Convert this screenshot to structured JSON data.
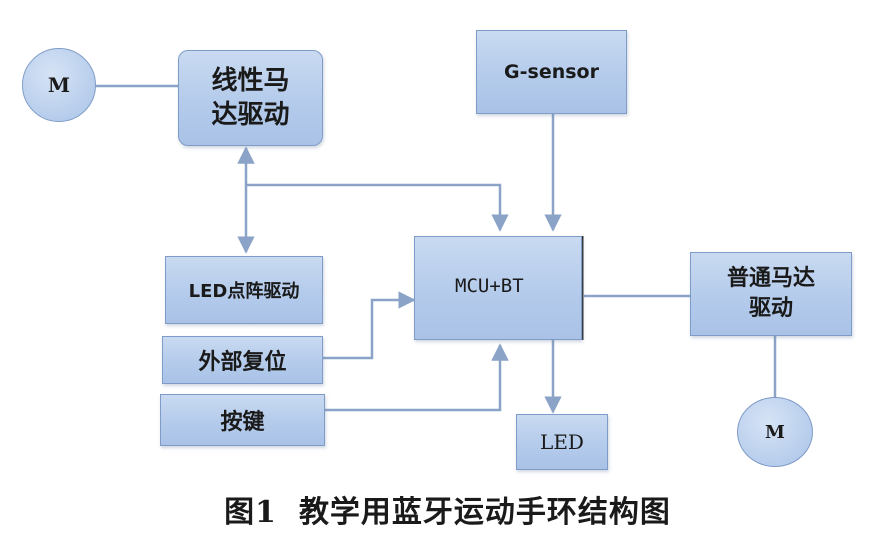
{
  "diagram": {
    "blocks": {
      "linear_motor_driver": "线性马\n达驱动",
      "g_sensor": "G-sensor",
      "led_matrix_driver": "LED点阵驱动",
      "mcu_bt": "MCU+BT",
      "external_reset": "外部复位",
      "key": "按键",
      "normal_motor_driver": "普通马达\n驱动",
      "led": "LED"
    },
    "motors": {
      "left": "M",
      "right": "M"
    },
    "caption": {
      "figure_number": "图1",
      "title": "教学用蓝牙运动手环结构图"
    },
    "colors": {
      "block_fill": "#b8cdec",
      "block_border": "#7f9cc8",
      "connector": "#8aa3c7"
    }
  }
}
